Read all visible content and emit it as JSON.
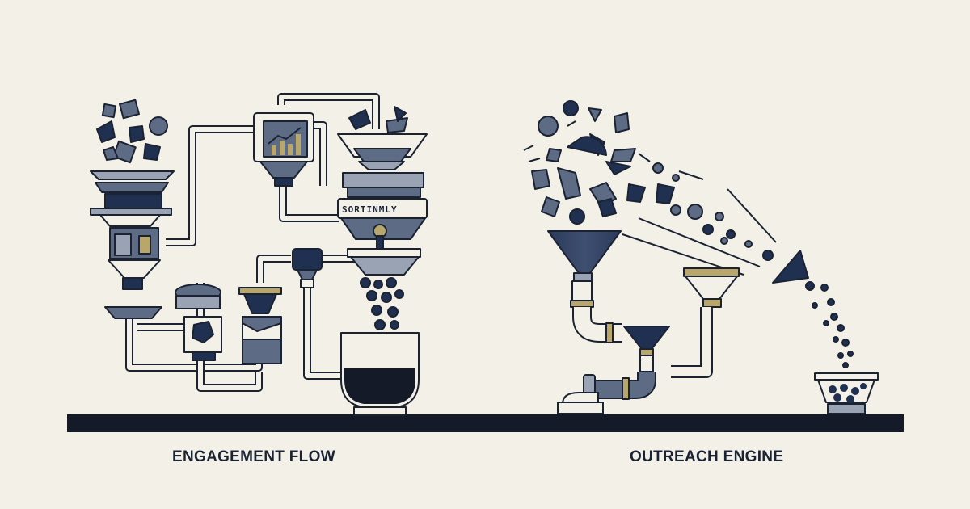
{
  "left_section": {
    "caption": "ENGAGEMENT FLOW",
    "machine_label": "SORTINMLY"
  },
  "right_section": {
    "caption": "OUTREACH ENGINE"
  },
  "colors": {
    "background": "#f3f0e8",
    "navy": "#1f3050",
    "slate": "#5d6b85",
    "light_slate": "#9aa3b4",
    "gold": "#b9a66a",
    "outline": "#1b2333",
    "ground": "#141a28"
  },
  "icons": [
    "funnel-icon",
    "pipe-icon",
    "hopper-icon",
    "bowl-icon",
    "chart-screen-icon"
  ]
}
